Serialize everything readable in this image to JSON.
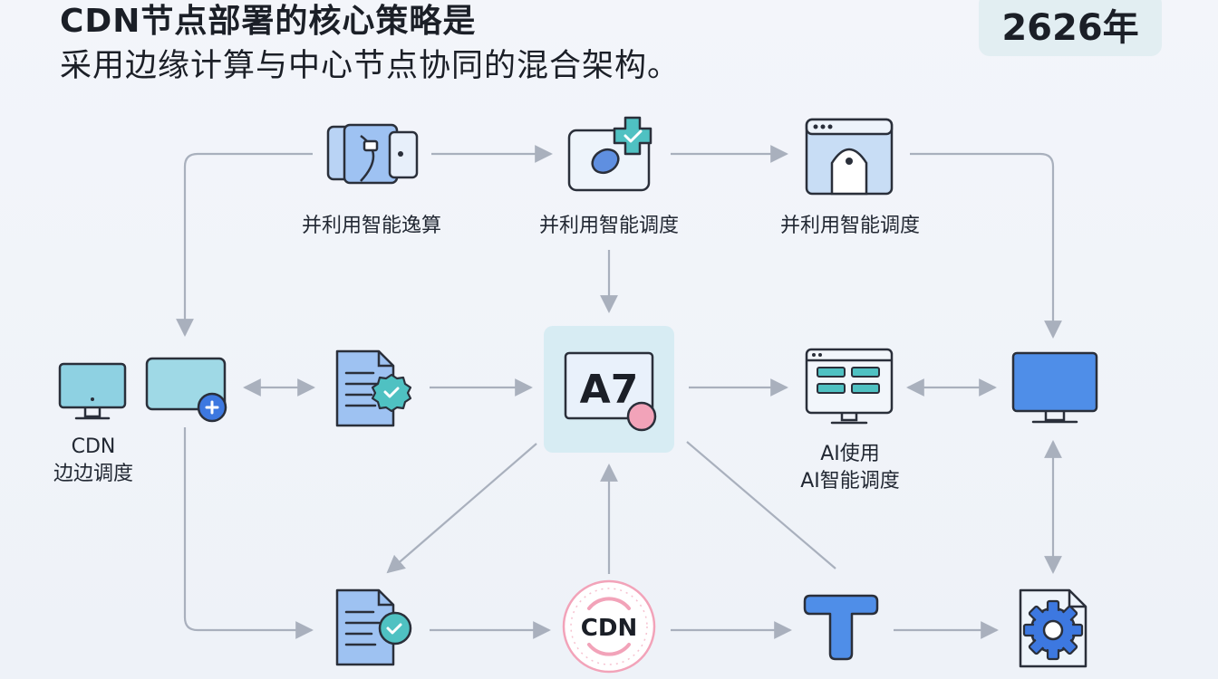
{
  "header": {
    "title_line1": "CDN节点部署的核心策略是",
    "title_line2": "采用边缘计算与中心节点协同的混合架构。",
    "year": "2626年"
  },
  "nodes": {
    "top_left_label": "并利用智能逸算",
    "top_mid_label": "并利用智能调度",
    "top_right_label": "并利用智能调度",
    "left_label_line1": "CDN",
    "left_label_line2": "边边调度",
    "center_text": "A7",
    "mid_right_label_line1": "AI使用",
    "mid_right_label_line2": "AI智能调度",
    "bottom_cdn_text": "CDN"
  },
  "colors": {
    "arrow": "#a9b0bd",
    "icon_blue": "#9ec2f2",
    "icon_teal": "#4fc1c2",
    "icon_outline": "#2a2f3a",
    "center_bg": "#d7ecf3",
    "pink": "#f2a3b9"
  }
}
